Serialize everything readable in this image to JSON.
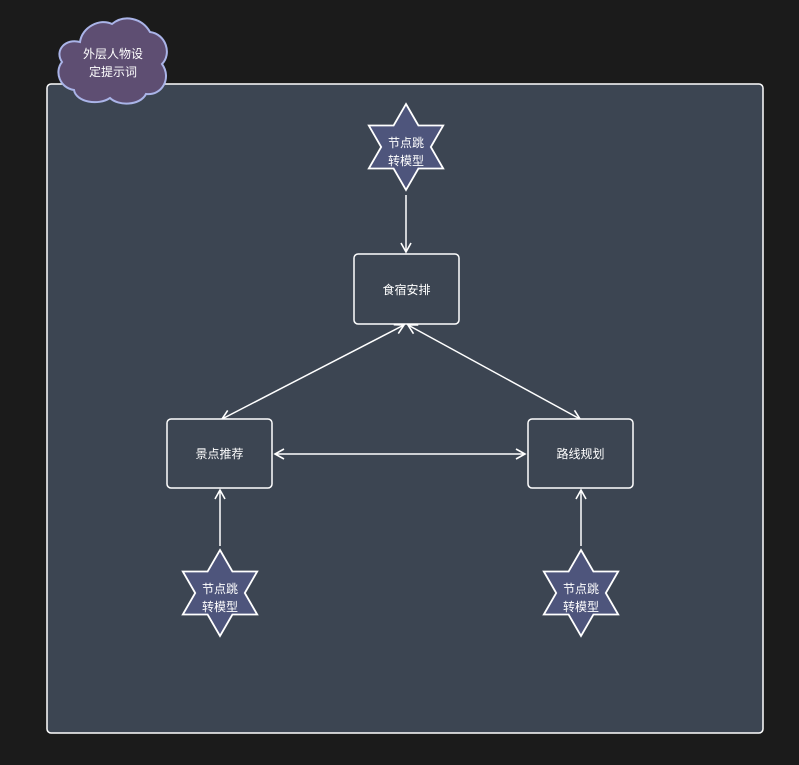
{
  "colors": {
    "background": "#1b1b1b",
    "panel_fill": "#3c4552",
    "stroke": "#ffffff",
    "star_fill": "#4e557c",
    "cloud_fill": "#5e4e72",
    "cloud_stroke": "#aab4e8",
    "text": "#ffffff"
  },
  "cloud": {
    "line1": "外层人物设",
    "line2": "定提示词"
  },
  "nodes": {
    "top": "食宿安排",
    "left": "景点推荐",
    "right": "路线规划"
  },
  "stars": {
    "top": {
      "line1": "节点跳",
      "line2": "转模型"
    },
    "left": {
      "line1": "节点跳",
      "line2": "转模型"
    },
    "right": {
      "line1": "节点跳",
      "line2": "转模型"
    }
  }
}
